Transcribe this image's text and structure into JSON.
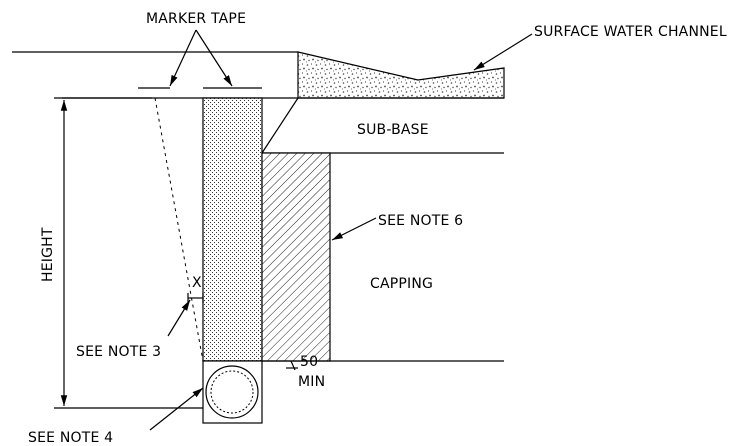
{
  "labels": {
    "marker_tape": "MARKER TAPE",
    "surface_water_channel": "SURFACE WATER CHANNEL",
    "sub_base": "SUB-BASE",
    "see_note_6": "SEE NOTE 6",
    "capping": "CAPPING",
    "height": "HEIGHT",
    "x_mark": "X",
    "see_note_3": "SEE NOTE 3",
    "dim_50": "50",
    "dim_min": "MIN",
    "see_note_4": "SEE NOTE 4"
  }
}
